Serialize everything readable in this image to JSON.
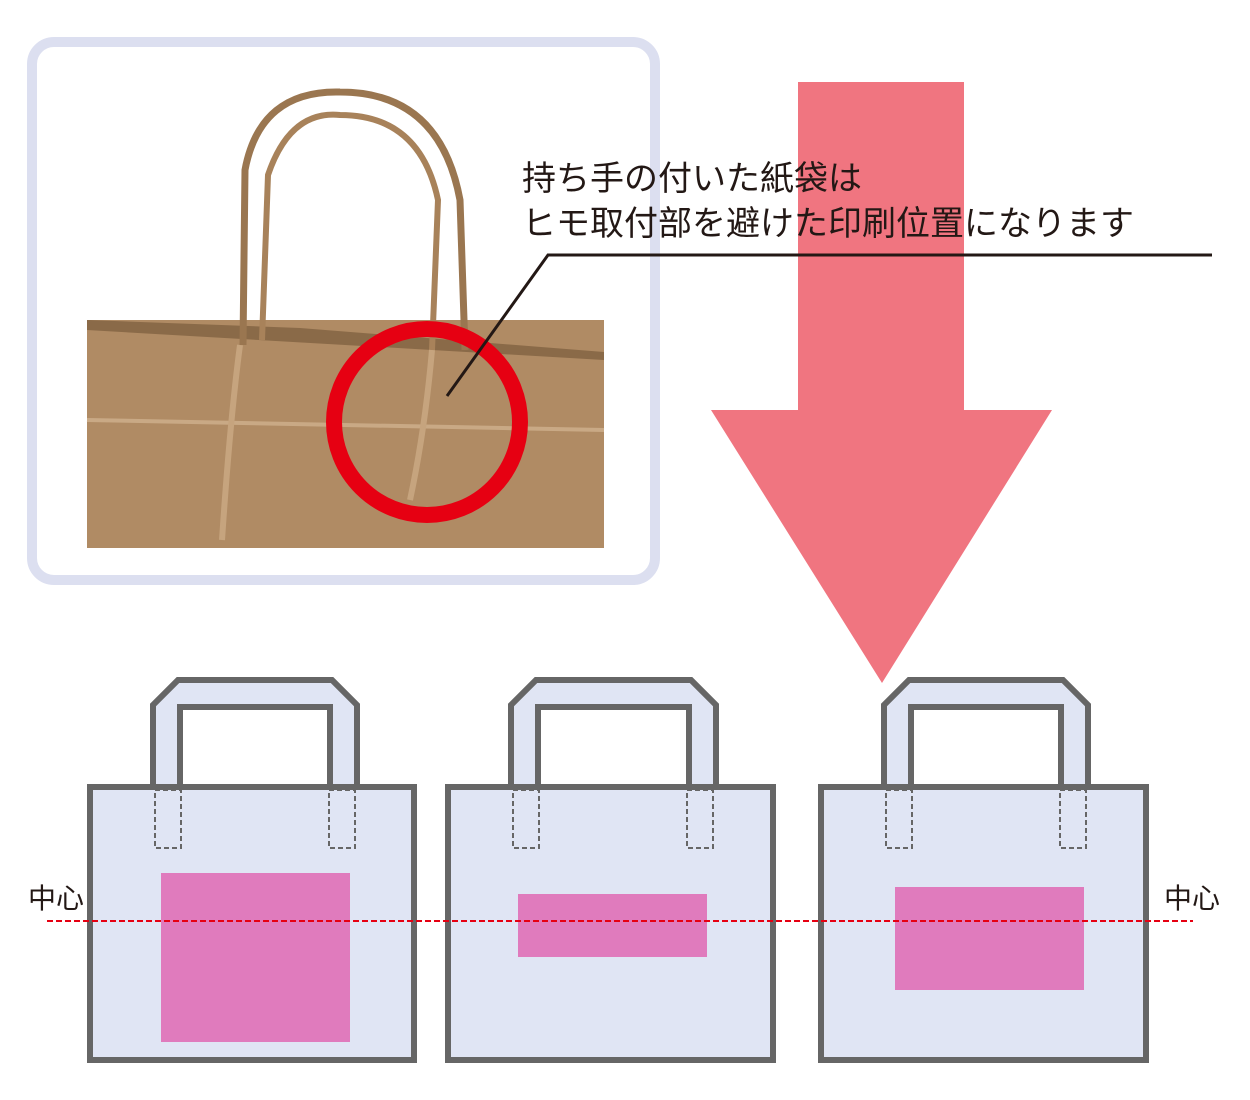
{
  "callout": {
    "line1": "持ち手の付いた紙袋は",
    "line2": "ヒモ取付部を避けた印刷位置になります"
  },
  "center_label_left": "中心",
  "center_label_right": "中心",
  "colors": {
    "frame": "#dcdff0",
    "kraft": "#b08b64",
    "circle": "#e60012",
    "arrow": "#f07580",
    "bag_fill": "#e0e5f4",
    "bag_stroke": "#666666",
    "print_area": "#e07bbd",
    "center_line": "#e60012"
  }
}
